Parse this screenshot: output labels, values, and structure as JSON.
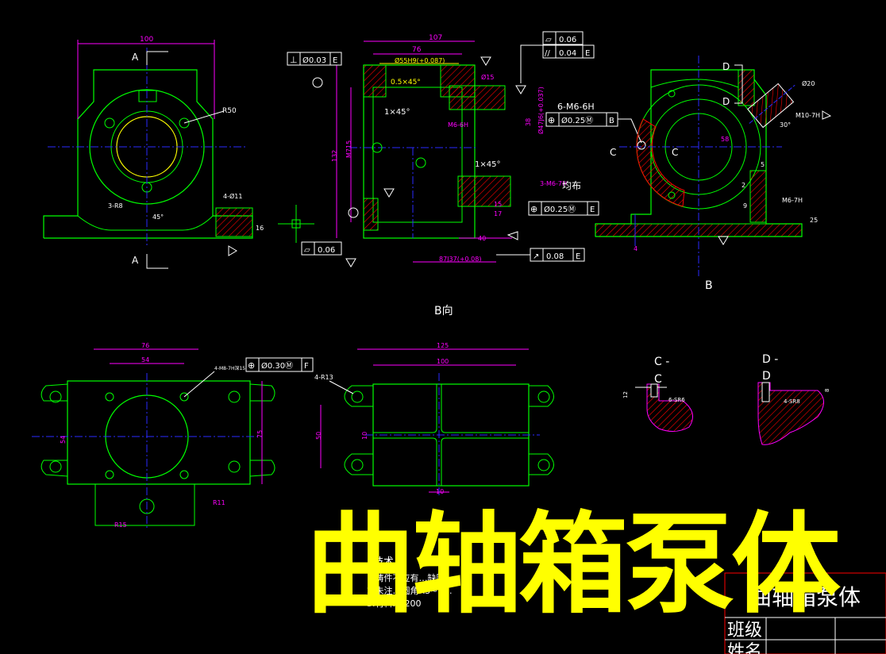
{
  "drawing": {
    "title_overlay": "曲轴箱泵体",
    "title_block": {
      "part_name": "曲轴箱泵体",
      "row1_label": "班级",
      "row2_label": "姓名"
    },
    "view_labels": {
      "section_a_top": "A",
      "section_a_bottom": "A",
      "section_b": "B",
      "view_b": "B向",
      "section_c_left": "C",
      "section_c_right": "C",
      "section_d_top": "D",
      "section_d_mid": "D",
      "detail_cc_1": "C -",
      "detail_cc_2": "C",
      "detail_dd_1": "D -",
      "detail_dd_2": "D"
    },
    "dimensions": {
      "d100_top": "100",
      "r50": "R50",
      "r8": "3-R8",
      "angle45": "45°",
      "d4_11": "4-Ø11",
      "d16": "16",
      "d107": "107",
      "d76": "76",
      "d55h9": "Ø55H9(+0.087)",
      "chamfer05": "0.5×45°",
      "chamfer1a": "1×45°",
      "chamfer1b": "1×45°",
      "m6_6h": "M6-6H",
      "d15": "Ø15",
      "d38": "38",
      "d132": "132",
      "m715": "M715",
      "d47": "Ø47J6(+0.037)",
      "thread_note": "3-M6-7H",
      "uniform": "均布",
      "d15b": "15",
      "d17": "17",
      "d40": "40",
      "d87": "87J37(+0.08)",
      "bolt_note": "6-M6-6H",
      "d20": "Ø20",
      "m10": "M10-7H",
      "angle30": "30°",
      "d58": "58",
      "d2": "2",
      "d5": "5",
      "d9": "9",
      "m6_7h": "M6-7H",
      "d25": "25",
      "d4": "4",
      "d76b": "76",
      "d54": "54",
      "d75": "75",
      "d54b": "54",
      "note_4m": "4-M8-7H深15",
      "r11": "R11",
      "r15": "R15",
      "d125": "125",
      "d100b": "100",
      "r13": "4-R13",
      "d50": "50",
      "d10": "10",
      "d10b": "10",
      "sr6": "6-SR6",
      "sr8": "4-SR8",
      "d12": "12",
      "d8": "8"
    },
    "tolerance_frames": {
      "perp": {
        "symbol": "⊥",
        "value": "Ø0.03",
        "datum": "E"
      },
      "flat_top": {
        "symbol": "▱",
        "value": "0.06",
        "datum": ""
      },
      "parallel": {
        "symbol": "//",
        "value": "0.04",
        "datum": "E"
      },
      "pos_b": {
        "symbol": "⊕",
        "value": "Ø0.25Ⓜ",
        "datum": "B"
      },
      "pos_e": {
        "symbol": "⊕",
        "value": "Ø0.25Ⓜ",
        "datum": "E"
      },
      "flat_left": {
        "symbol": "▱",
        "value": "0.06",
        "datum": ""
      },
      "runout": {
        "symbol": "↗",
        "value": "0.08",
        "datum": "E"
      },
      "pos_f": {
        "symbol": "⊕",
        "value": "Ø0.30Ⓜ",
        "datum": "F"
      }
    },
    "tech_notes": {
      "heading": "技术",
      "line1": "1.铸件不应有…缺陷",
      "line2": "2.未注…圆角R3~R4.",
      "line3": "3.材料HT200"
    },
    "colors": {
      "background": "#000000",
      "outline": "#00ff00",
      "dimension": "#ff00ff",
      "centerline": "#0000ff",
      "text": "#ffffff",
      "hatch": "#ff0000",
      "highlight": "#ffff00",
      "frame": "#ff0000"
    }
  }
}
